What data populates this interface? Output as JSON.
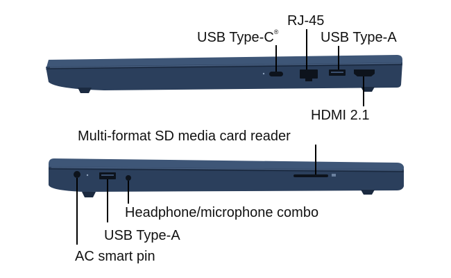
{
  "top_view": {
    "labels": {
      "usb_c": "USB Type-C",
      "usb_c_mark": "®",
      "rj45": "RJ-45",
      "usb_a": "USB Type-A",
      "hdmi": "HDMI 2.1"
    }
  },
  "bottom_view": {
    "labels": {
      "sd_reader": "Multi-format SD media card reader",
      "headphone": "Headphone/microphone combo",
      "usb_a": "USB Type-A",
      "ac_pin": "AC smart pin"
    }
  },
  "colors": {
    "chassis": "#2b3f5c",
    "chassis_dark": "#1b2a40",
    "chassis_highlight": "#4b6384",
    "port": "#0d131c",
    "leader": "#000000"
  }
}
